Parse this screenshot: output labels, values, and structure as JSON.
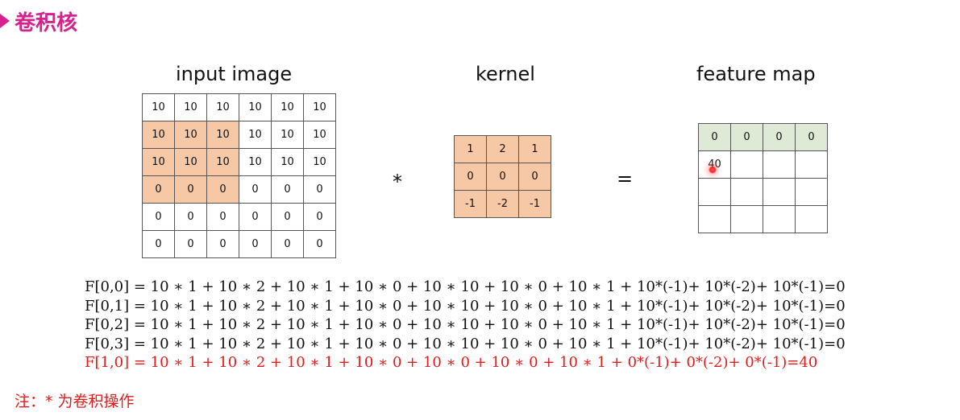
{
  "title": "卷积核",
  "labels": {
    "input": "input image",
    "kernel": "kernel",
    "feature": "feature map"
  },
  "operators": {
    "convolve": "*",
    "equals": "="
  },
  "input_image": [
    [
      "10",
      "10",
      "10",
      "10",
      "10",
      "10"
    ],
    [
      "10",
      "10",
      "10",
      "10",
      "10",
      "10"
    ],
    [
      "10",
      "10",
      "10",
      "10",
      "10",
      "10"
    ],
    [
      "0",
      "0",
      "0",
      "0",
      "0",
      "0"
    ],
    [
      "0",
      "0",
      "0",
      "0",
      "0",
      "0"
    ],
    [
      "0",
      "0",
      "0",
      "0",
      "0",
      "0"
    ]
  ],
  "kernel": [
    [
      "1",
      "2",
      "1"
    ],
    [
      "0",
      "0",
      "0"
    ],
    [
      "-1",
      "-2",
      "-1"
    ]
  ],
  "feature_map": [
    [
      "0",
      "0",
      "0",
      "0"
    ],
    [
      "40",
      "",
      "",
      ""
    ],
    [
      "",
      "",
      "",
      ""
    ],
    [
      "",
      "",
      "",
      ""
    ]
  ],
  "highlight": {
    "window_rows": [
      1,
      3
    ],
    "window_cols": [
      0,
      2
    ],
    "feature_row": 0
  },
  "colors": {
    "title": "#d6218e",
    "window": "#f7c8a6",
    "feature_highlight": "#dfead6",
    "red_text": "#e21b1b"
  },
  "formulas": [
    {
      "text": "F[0,0] = 10 ∗ 1 + 10 ∗ 2 + 10 ∗ 1 + 10 ∗ 0 + 10 ∗ 10 + 10 ∗ 0 + 10 ∗ 1 + 10*(-1)+ 10*(-2)+ 10*(-1)=0",
      "red": false
    },
    {
      "text": "F[0,1] = 10 ∗ 1 + 10 ∗ 2 + 10 ∗ 1 + 10 ∗ 0 + 10 ∗ 10 + 10 ∗ 0 + 10 ∗ 1 + 10*(-1)+ 10*(-2)+ 10*(-1)=0",
      "red": false
    },
    {
      "text": "F[0,2] = 10 ∗ 1 + 10 ∗ 2 + 10 ∗ 1 + 10 ∗ 0 + 10 ∗ 10 + 10 ∗ 0 + 10 ∗ 1 + 10*(-1)+ 10*(-2)+ 10*(-1)=0",
      "red": false
    },
    {
      "text": "F[0,3] = 10 ∗ 1 + 10 ∗ 2 + 10 ∗ 1 + 10 ∗ 0 + 10 ∗ 10 + 10 ∗ 0 + 10 ∗ 1 + 10*(-1)+ 10*(-2)+ 10*(-1)=0",
      "red": false
    },
    {
      "text": "F[1,0] = 10 ∗ 1 + 10 ∗ 2 + 10 ∗ 1 + 10 ∗ 0 + 10 ∗ 0 + 10 ∗ 0 + 10 ∗ 1 + 0*(-1)+ 0*(-2)+ 0*(-1)=40",
      "red": true
    }
  ],
  "note": "注：* 为卷积操作"
}
